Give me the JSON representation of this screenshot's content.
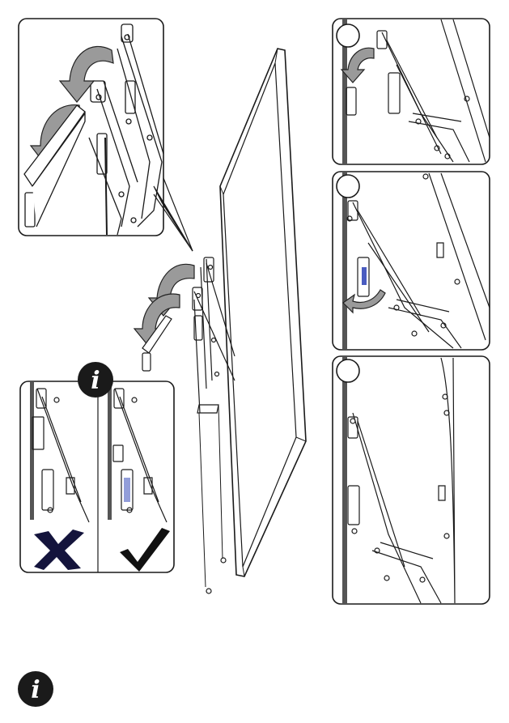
{
  "document": {
    "type": "installation-manual-page",
    "description_icons": [
      "info-icon",
      "cross-mark-icon",
      "check-mark-icon",
      "curved-arrow-icon"
    ],
    "panels": [
      {
        "id": "detail-top-left",
        "content": "lock-pull-down-detail"
      },
      {
        "id": "step-1",
        "label": ""
      },
      {
        "id": "step-2",
        "label": ""
      },
      {
        "id": "step-3",
        "label": ""
      },
      {
        "id": "info-comparison",
        "left_state": "wrong",
        "right_state": "correct"
      }
    ],
    "info_symbol": "i",
    "colors": {
      "line": "#1a1a1a",
      "cross": "#14143c",
      "check": "#111111",
      "lock_highlight": "#4a5cc0",
      "wall_bar": "#555555"
    }
  }
}
